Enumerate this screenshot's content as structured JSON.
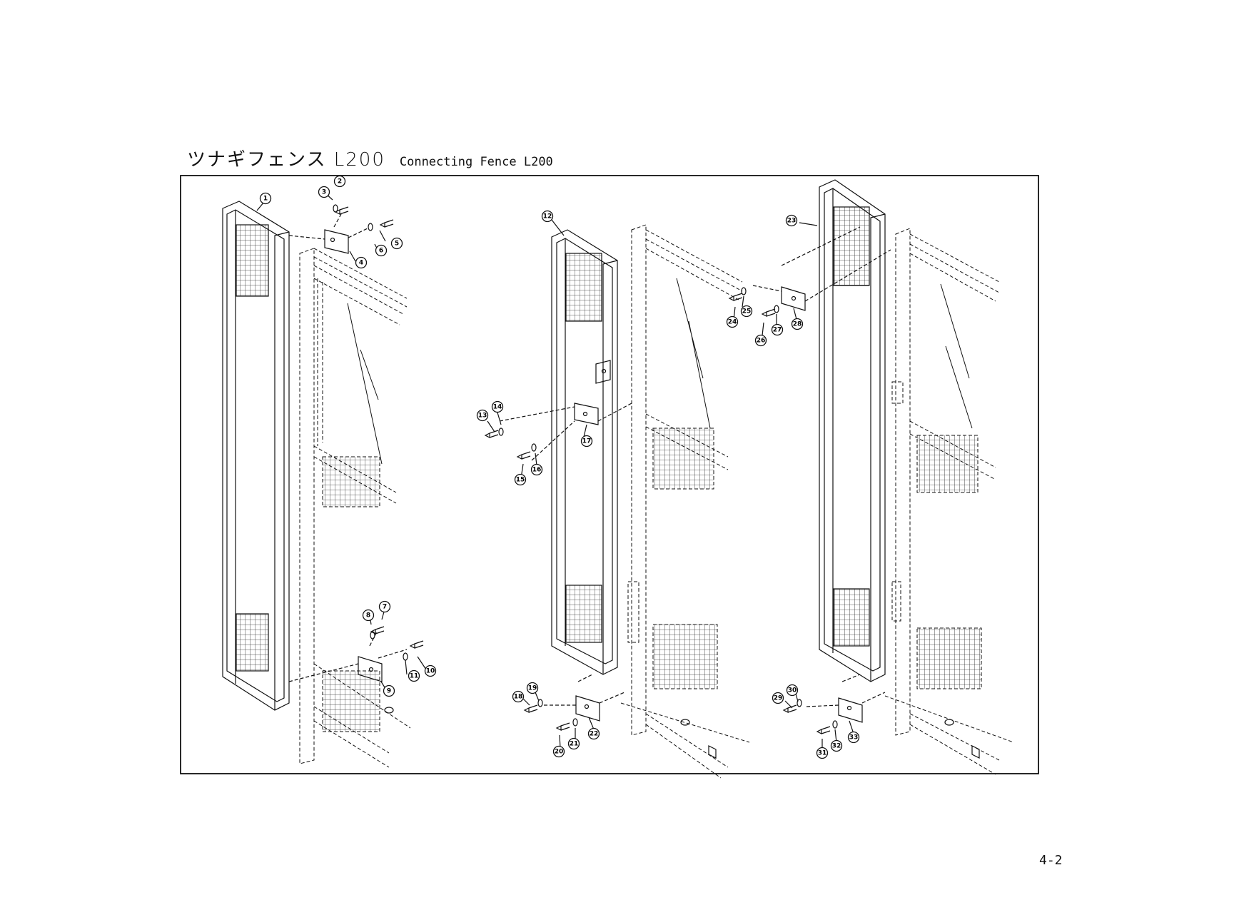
{
  "header": {
    "title_jp": "ツナギフェンス L200",
    "title_en": "Connecting Fence L200"
  },
  "page_number": "4-2",
  "callouts": [
    "1",
    "2",
    "3",
    "4",
    "5",
    "6",
    "7",
    "8",
    "9",
    "10",
    "11",
    "12",
    "13",
    "14",
    "15",
    "16",
    "17",
    "18",
    "19",
    "20",
    "21",
    "22",
    "23",
    "24",
    "25",
    "26",
    "27",
    "28",
    "29",
    "30",
    "31",
    "32",
    "33"
  ],
  "colors": {
    "line": "#111111",
    "background": "#ffffff"
  }
}
